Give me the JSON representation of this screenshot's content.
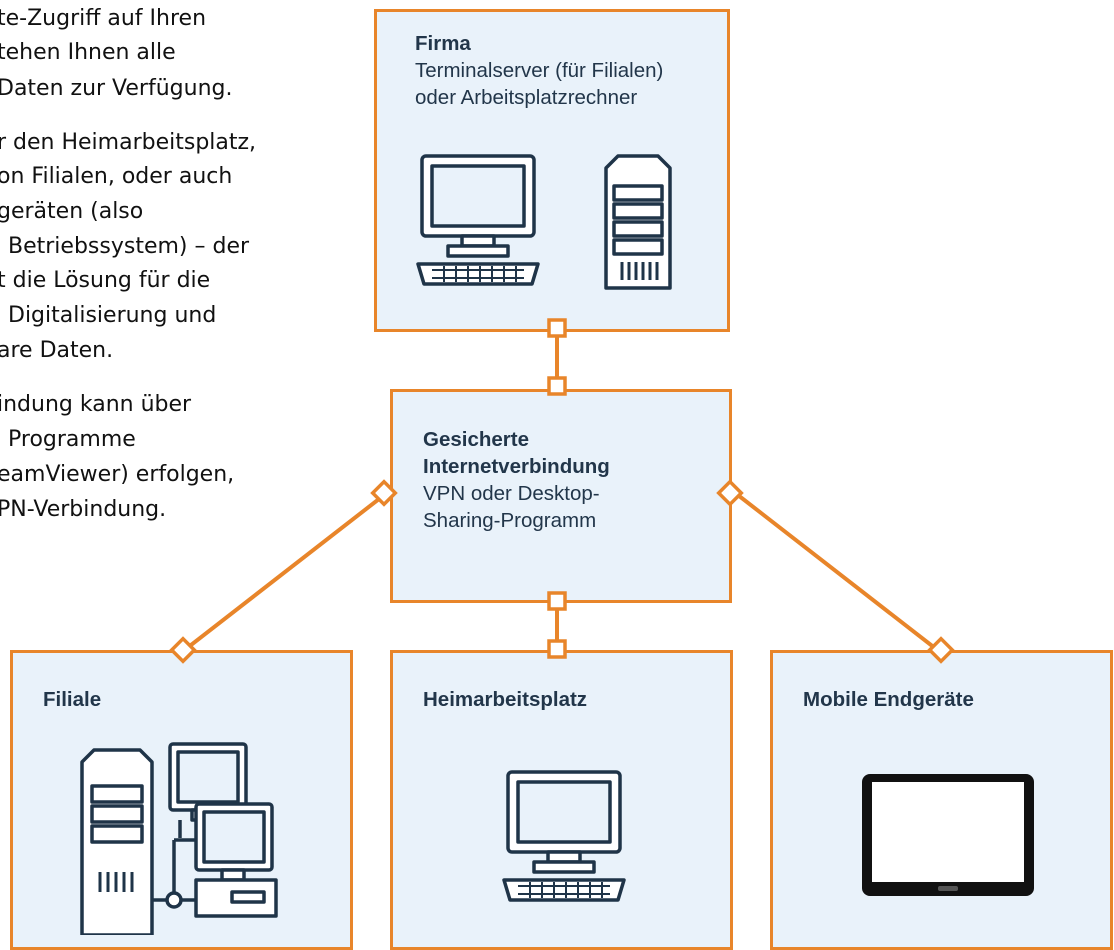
{
  "intro": {
    "lines": [
      "te-Zugriff auf Ihren",
      "tehen Ihnen alle",
      "Daten zur Verfügung.",
      "r den Heimarbeitsplatz,",
      "on Filialen, oder auch",
      "geräten (also",
      "Betriebssystem) – der",
      "t die Lösung für die",
      "Digitalisierung und",
      "are Daten.",
      "indung kann über",
      "Programme",
      "eamViewer) erfolgen,",
      "PN-Verbindung."
    ]
  },
  "nodes": {
    "firma": {
      "title": "Firma",
      "sub_lines": [
        "Terminalserver (für Filialen)",
        "oder Arbeitsplatzrechner"
      ]
    },
    "internet": {
      "title_lines": [
        "Gesicherte",
        "Internetverbindung"
      ],
      "sub_lines": [
        "VPN oder Desktop-",
        "Sharing-Programm"
      ]
    },
    "filiale": {
      "title": "Filiale"
    },
    "heim": {
      "title": "Heimarbeitsplatz"
    },
    "mobile": {
      "title": "Mobile Endgeräte"
    }
  },
  "colors": {
    "connector": "#e8852a",
    "box_fill": "#e9f2fa",
    "icon": "#1f3448",
    "icon_fill": "#ffffff"
  },
  "icons": {
    "firma": [
      "desktop-computer-icon",
      "server-tower-icon"
    ],
    "filiale": [
      "networked-workstations-icon"
    ],
    "heim": [
      "desktop-computer-icon"
    ],
    "mobile": [
      "tablet-icon"
    ]
  }
}
